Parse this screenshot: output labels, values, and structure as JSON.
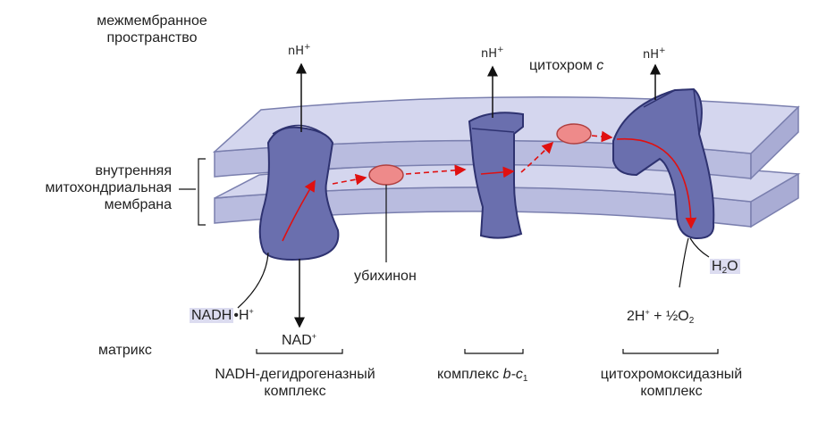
{
  "labels": {
    "intermembrane": [
      "межмембранное",
      "пространство"
    ],
    "inner_membrane": [
      "внутренняя",
      "митохондриальная",
      "мембрана"
    ],
    "matrix": "матрикс",
    "ubiquinone": "убихинон",
    "cytochrome_c_prefix": "цитохром ",
    "cytochrome_c_italic": "c",
    "proton_n": "nH",
    "plus": "+",
    "nadh": "NADH",
    "nadh_h": "•H",
    "nad": "NAD",
    "h2o_h": "H",
    "h2o_sub": "2",
    "h2o_o": "O",
    "oxygen_eq": "2H",
    "oxygen_mid": " + ½O",
    "oxygen_sub": "2",
    "complex1": [
      "NADH-дегидрогеназный",
      "комплекс"
    ],
    "complex3_prefix": "комплекс ",
    "complex3_italic": "b-c",
    "complex3_sub": "1",
    "complex4": [
      "цитохромоксидазный",
      "комплекс"
    ]
  },
  "colors": {
    "membrane_fill": "#c9cbe6",
    "membrane_stroke": "#7a7fae",
    "protein_fill": "#6a6fae",
    "protein_stroke": "#2e3270",
    "carrier_fill": "#ee8a8a",
    "carrier_stroke": "#b04040",
    "electron_arrow": "#e01010"
  }
}
